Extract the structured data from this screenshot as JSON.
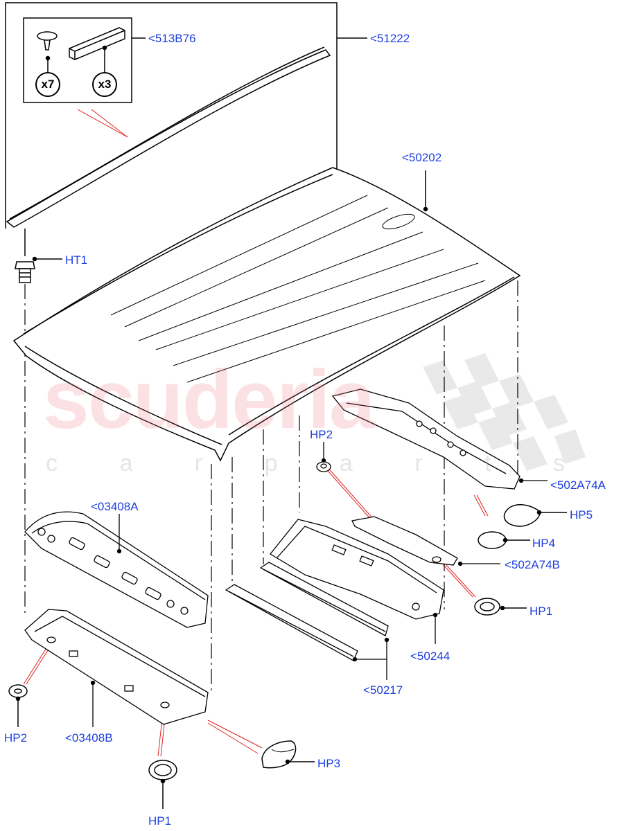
{
  "diagram": {
    "type": "exploded-parts-diagram",
    "subject": "Roof panel and roof reinforcements"
  },
  "watermark": {
    "brand": "scuderia",
    "tagline": "c a r p a r t s"
  },
  "inset_box": {
    "callout": "<513B76",
    "quantities": [
      {
        "part": "clip",
        "qty": "x7"
      },
      {
        "part": "pad",
        "qty": "x3"
      }
    ]
  },
  "callouts": {
    "roof_moulding": "<51222",
    "roof_clips_kit": "<513B76",
    "roof_panel": "<50202",
    "stud_ht1": "HT1",
    "rear_reinf_a": "<502A74A",
    "rear_reinf_b": "<502A74B",
    "front_header_a": "<03408A",
    "front_header_b": "<03408B",
    "center_bow": "<50244",
    "roof_bows": "<50217",
    "hp1_right": "HP1",
    "hp1_bottom": "HP1",
    "hp2_center": "HP2",
    "hp2_left": "HP2",
    "hp3": "HP3",
    "hp4": "HP4",
    "hp5": "HP5"
  },
  "colors": {
    "callout_text": "#1f3fe0",
    "line": "#000000",
    "alignment_marks": "#e02020"
  }
}
